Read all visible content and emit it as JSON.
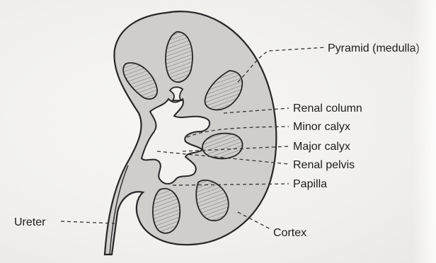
{
  "labels": {
    "pyramid": "Pyramid (medulla)",
    "renal_column": "Renal column",
    "minor_calyx": "Minor calyx",
    "major_calyx": "Major calyx",
    "renal_pelvis": "Renal pelvis",
    "papilla": "Papilla",
    "ureter": "Ureter",
    "cortex": "Cortex"
  },
  "colors": {
    "kidney_fill": "#d0cecb",
    "outline": "#262626",
    "pelvis_fill": "#f2f1ee"
  }
}
